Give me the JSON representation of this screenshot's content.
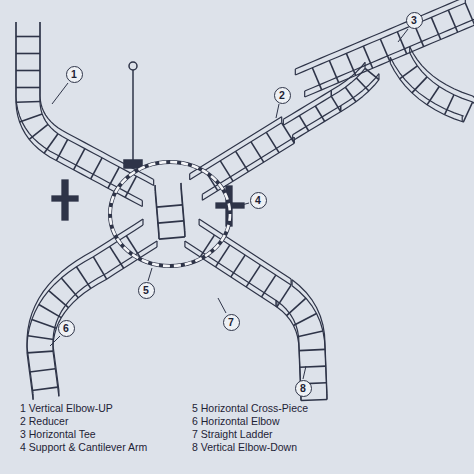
{
  "diagram": {
    "nodes": [
      {
        "text": [
          "3"
        ]
      },
      {
        "text": [
          "1"
        ]
      },
      {
        "text": [
          "2"
        ]
      },
      {
        "text": [
          "4"
        ]
      },
      {
        "text": [
          "5"
        ]
      },
      {
        "text": [
          "7"
        ]
      },
      {
        "text": [
          "6"
        ]
      },
      {
        "text": [
          "8"
        ]
      }
    ],
    "labels": [
      "1 Vertical Elbow-UP",
      "2 Reducer",
      "3 Horizontal Tee",
      "4 Support & Cantilever Arm",
      "5 Horizontal Cross-Piece",
      "6 Horizontal Elbow",
      "7 Straight Ladder",
      "8 Vertical Elbow-Down"
    ]
  }
}
